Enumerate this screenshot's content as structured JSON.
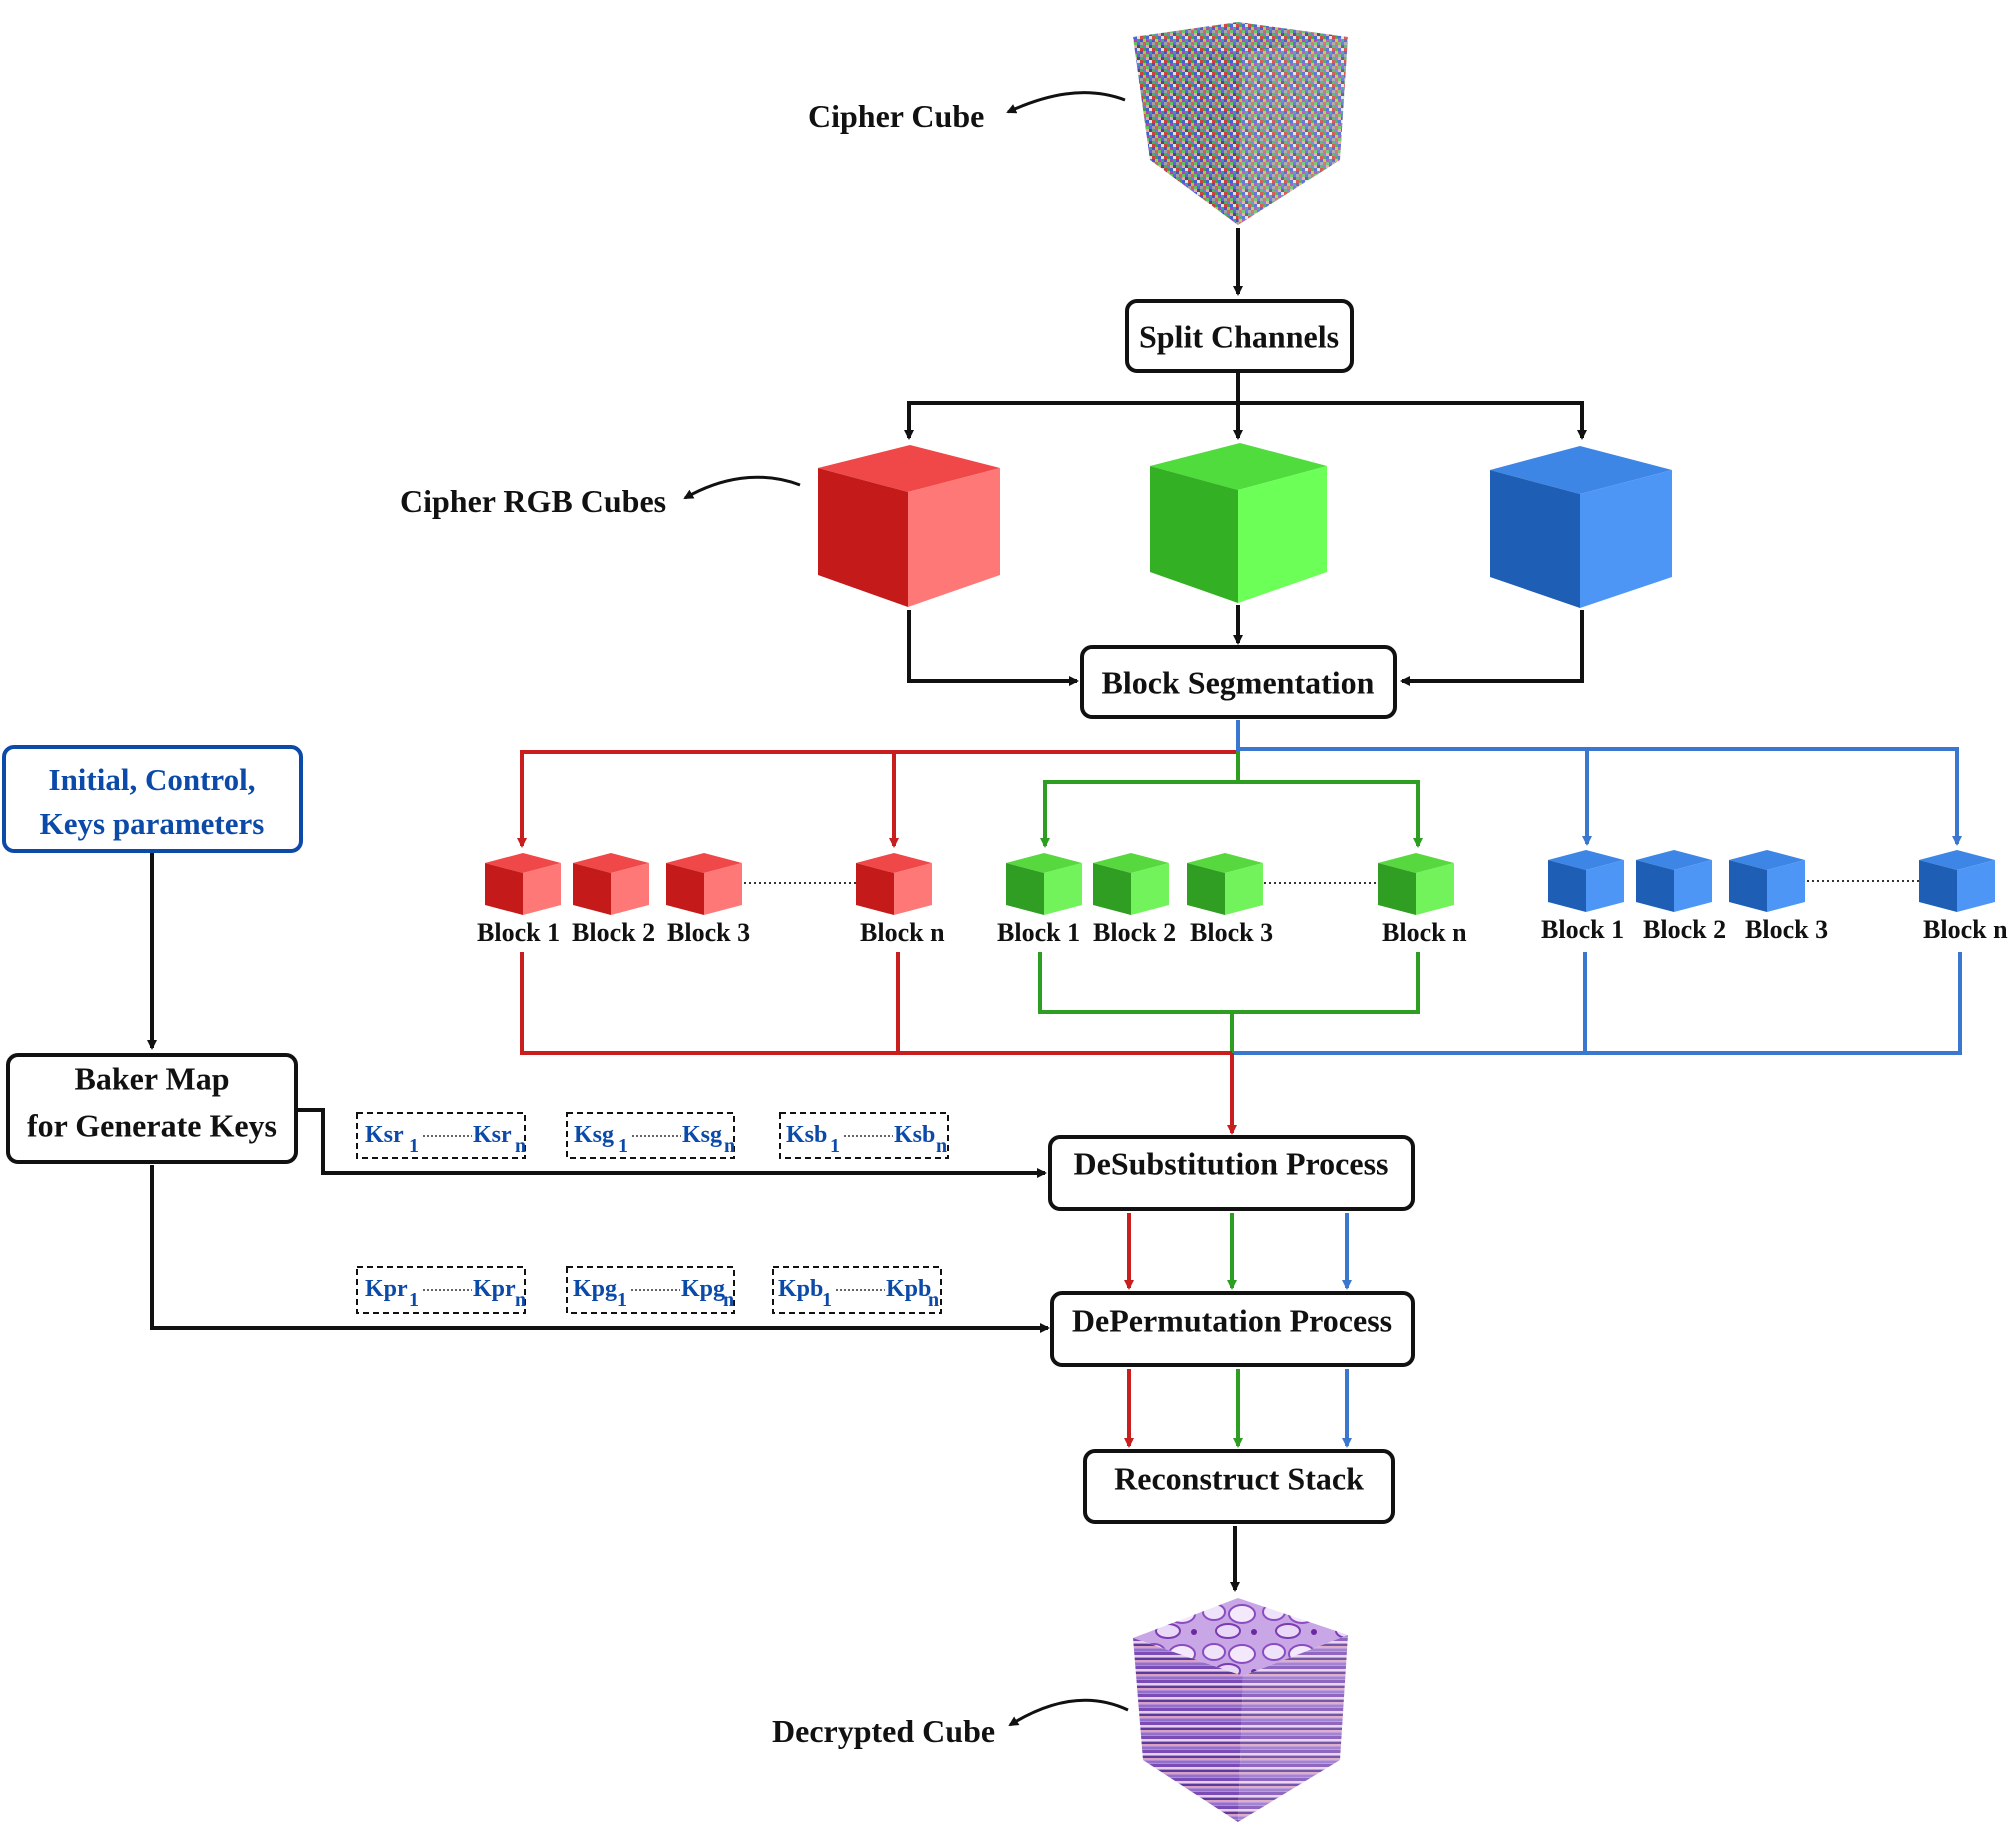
{
  "labels": {
    "cipher_cube": "Cipher Cube",
    "cipher_rgb_cubes": "Cipher RGB Cubes",
    "decrypted_cube": "Decrypted Cube"
  },
  "nodes": {
    "split_channels": "Split Channels",
    "block_segmentation": "Block Segmentation",
    "initial_params_line1": "Initial, Control,",
    "initial_params_line2": "Keys parameters",
    "baker_map_line1": "Baker Map",
    "baker_map_line2": "for Generate Keys",
    "desubstitution": "DeSubstitution Process",
    "depermutation": "DePermutation Process",
    "reconstruct_stack": "Reconstruct Stack"
  },
  "blocks": {
    "red": [
      "Block 1",
      "Block 2",
      "Block 3",
      "Block n"
    ],
    "green": [
      "Block 1",
      "Block 2",
      "Block 3",
      "Block n"
    ],
    "blue": [
      "Block 1",
      "Block 2",
      "Block 3",
      "Block n"
    ]
  },
  "keys": {
    "substitution": [
      {
        "base": "Ksr",
        "first": "1",
        "last": "n"
      },
      {
        "base": "Ksg",
        "first": "1",
        "last": "n"
      },
      {
        "base": "Ksb",
        "first": "1",
        "last": "n"
      }
    ],
    "permutation": [
      {
        "base": "Kpr",
        "first": "1",
        "last": "n"
      },
      {
        "base": "Kpg",
        "first": "1",
        "last": "n"
      },
      {
        "base": "Kpb",
        "first": "1",
        "last": "n"
      }
    ]
  },
  "colors": {
    "red": "#c81e1e",
    "green": "#2e9e22",
    "blue": "#3a78d0",
    "key_text": "#0b4aa8",
    "line": "#111111"
  }
}
